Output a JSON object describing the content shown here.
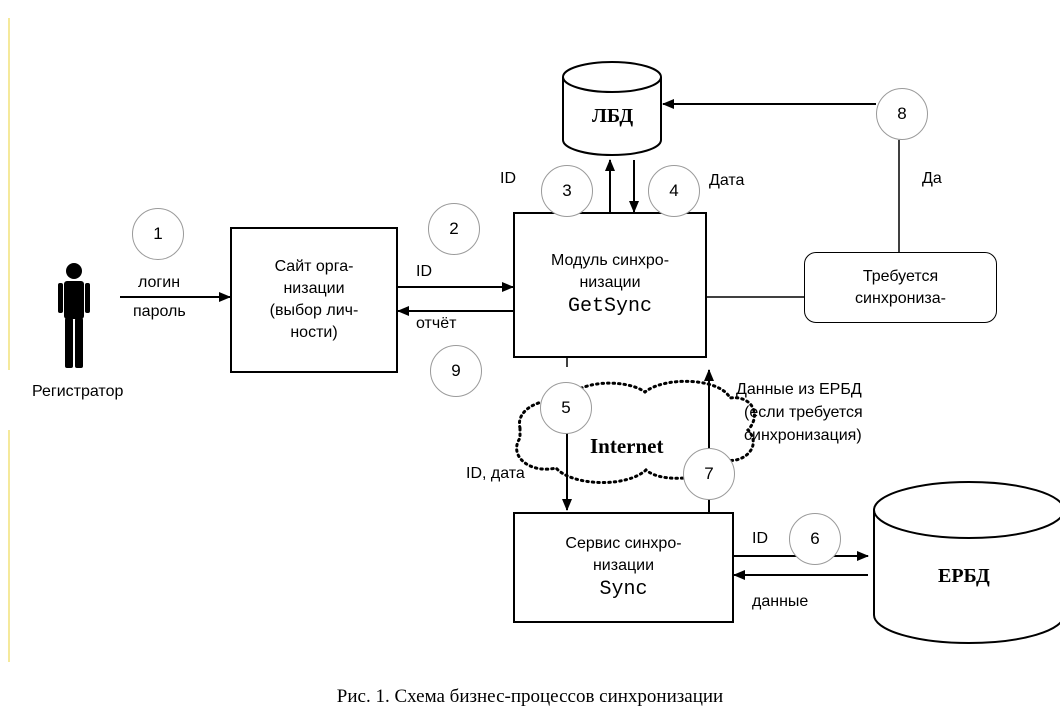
{
  "actor": {
    "label": "Регистратор"
  },
  "site_box": {
    "lines": [
      "Сайт орга-",
      "низации",
      "(выбор лич-",
      "ности)"
    ]
  },
  "module_box": {
    "lines": [
      "Модуль синхро-",
      "низации"
    ],
    "code": "GetSync"
  },
  "service_box": {
    "lines": [
      "Сервис синхро-",
      "низации"
    ],
    "code": "Sync"
  },
  "decision_box": {
    "lines": [
      "Требуется",
      "синхрониза-"
    ]
  },
  "lbd": {
    "label": "ЛБД"
  },
  "erbd": {
    "label": "ЕРБД"
  },
  "internet": {
    "label": "Internet"
  },
  "edge_labels": {
    "login": "логин",
    "password": "пароль",
    "id_to_module": "ID",
    "report": "отчёт",
    "id_to_lbd": "ID",
    "date_from_lbd": "Дата",
    "yes": "Да",
    "id_date": "ID, дата",
    "data_from_erbd_1": "Данные из ЕРБД",
    "data_from_erbd_2": "(если требуется",
    "data_from_erbd_3": "синхронизация)",
    "id_to_erbd": "ID",
    "data_to_service": "данные"
  },
  "steps": [
    "1",
    "2",
    "3",
    "4",
    "5",
    "6",
    "7",
    "8",
    "9"
  ],
  "caption": "Рис. 1. Схема бизнес-процессов синхронизации"
}
